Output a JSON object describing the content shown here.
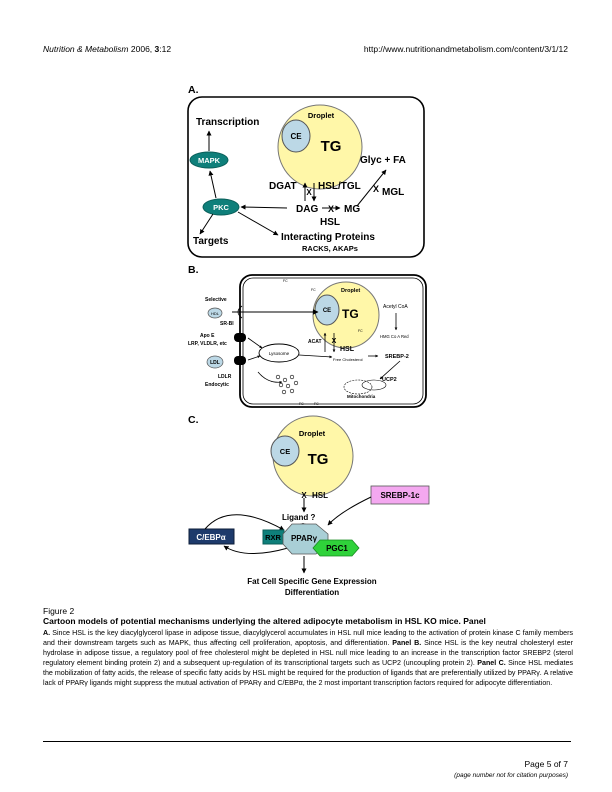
{
  "header": {
    "journal": "Nutrition & Metabolism",
    "year": "2006,",
    "volume": "3",
    "issue": ":12",
    "url": "http://www.nutritionandmetabolism.com/content/3/1/12"
  },
  "figure": {
    "panelA": {
      "label": "A.",
      "droplet": "Droplet",
      "ce": "CE",
      "tg": "TG",
      "transcription": "Transcription",
      "mapk": "MAPK",
      "pkc": "PKC",
      "targets": "Targets",
      "dgat": "DGAT",
      "hsl_tgl": "HSL/TGL",
      "glyc_fa": "Glyc + FA",
      "x_mark": "X",
      "mgl": "MGL",
      "dag": "DAG",
      "mg": "MG",
      "hsl": "HSL",
      "interacting": "Interacting Proteins",
      "racks": "RACKS, AKAPs"
    },
    "panelB": {
      "label": "B.",
      "selective": "Selective",
      "hdl": "HDL",
      "srbi": "SR-BI",
      "apoe": "Apo E",
      "lrp": "LRP, VLDLR, etc",
      "ldl": "LDL",
      "ldlr": "LDLR",
      "endocytic": "Endocytic",
      "lysosome": "Lysosome",
      "fc": "FC",
      "droplet": "Droplet",
      "ce": "CE",
      "tg": "TG",
      "acat": "ACAT",
      "x_mark": "X",
      "hsl": "HSL",
      "free_chol": "Free Cholesterol",
      "acetyl": "Acetyl CoA",
      "hmg": "HMG Co A Red",
      "srebp2": "SREBP-2",
      "ucp2": "UCP2",
      "mito": "Mitochondria"
    },
    "panelC": {
      "label": "C.",
      "droplet": "Droplet",
      "ce": "CE",
      "tg": "TG",
      "x_mark": "X",
      "hsl": "HSL",
      "srebp1c": "SREBP-1c",
      "ligand": "Ligand ?",
      "cebp": "C/EBPα",
      "rxr": "RXR",
      "ppar": "PPARγ",
      "pgc1": "PGC1",
      "expression": "Fat Cell Specific Gene Expression",
      "differentiation": "Differentiation"
    },
    "colors": {
      "droplet_yellow": "#fff7a8",
      "ce_blue": "#bcd8e6",
      "teal": "#0e7f7a",
      "pink": "#f4a8f0",
      "green": "#2fd23a",
      "octagon": "#a9cfd6",
      "cebp_navy": "#1d3a6b"
    }
  },
  "caption": {
    "figure_label": "Figure 2",
    "title": "Cartoon models of potential mechanisms underlying the altered adipocyte metabolism in HSL KO mice. Panel",
    "panelA_label": "A.",
    "panelA_text": " Since HSL is the key diacylglycerol lipase in adipose tissue, diacylglycerol accumulates in HSL null mice leading to the activation of protein kinase C family members and their downstream targets such as MAPK, thus affecting cell proliferation, apoptosis, and differentiation. ",
    "panelB_label": "Panel B.",
    "panelB_text": " Since HSL is the key neutral cholesteryl ester hydrolase in adipose tissue, a regulatory pool of free cholesterol might be depleted in HSL null mice leading to an increase in the transcription factor SREBP2 (sterol regulatory element binding protein 2) and a subsequent up-regulation of its transcriptional targets such as UCP2 (uncoupling protein 2). ",
    "panelC_label": "Panel C.",
    "panelC_text": " Since HSL mediates the mobilization of fatty acids, the release of specific fatty acids by HSL might be required for the production of ligands that are preferentially utilized by PPARγ. A relative lack of PPARγ ligands might suppress the mutual activation of PPARγ and C/EBPα, the 2 most important transcription factors required for adipocyte differentiation."
  },
  "footer": {
    "page": "Page 5 of 7",
    "note": "(page number not for citation purposes)"
  }
}
